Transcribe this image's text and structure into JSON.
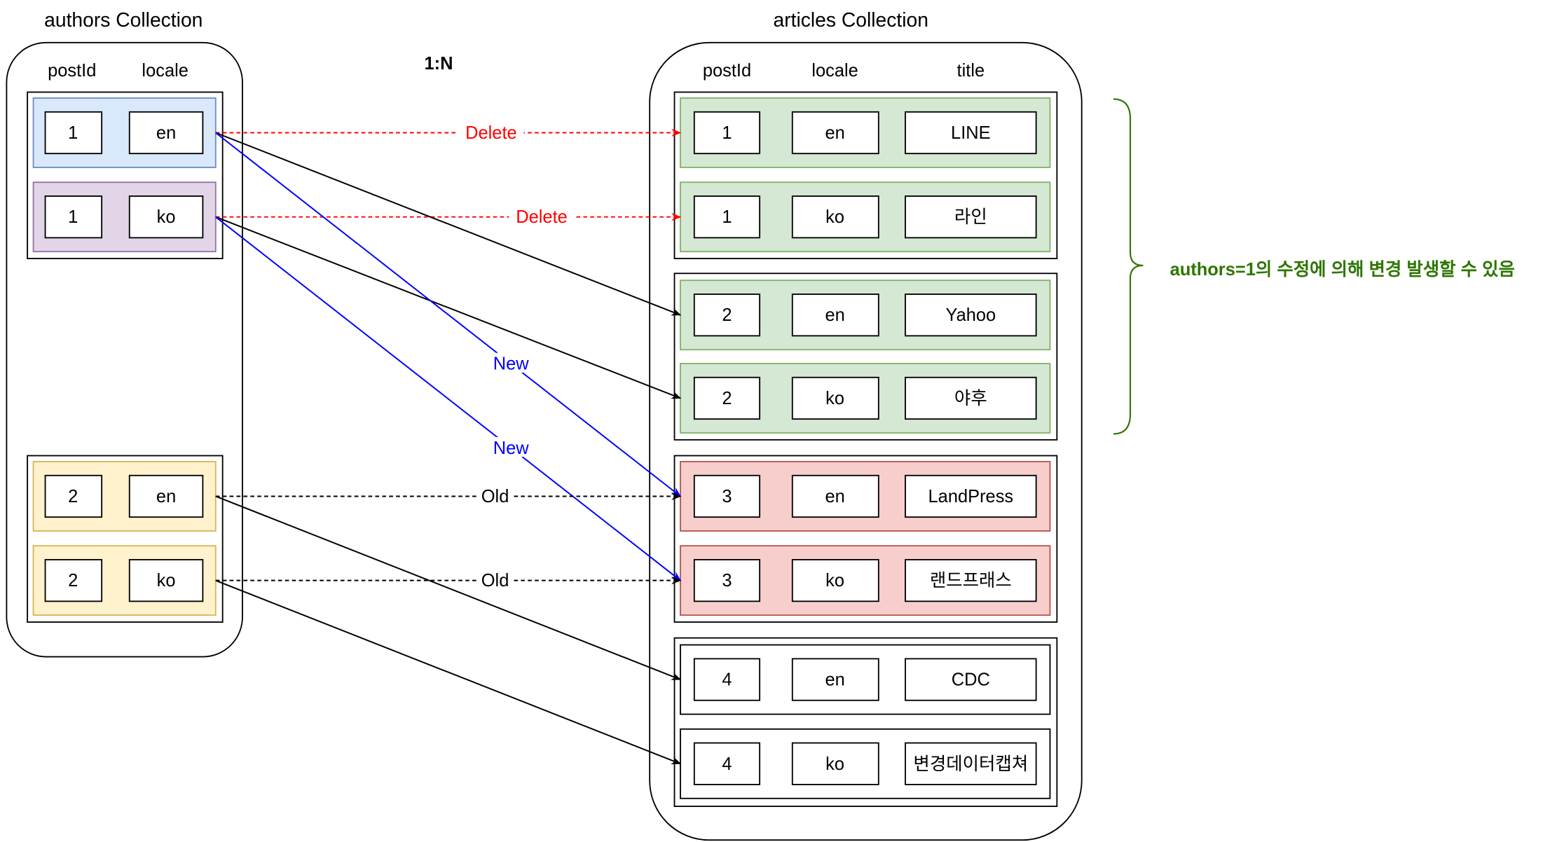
{
  "authors": {
    "title": "authors Collection",
    "headers": {
      "postId": "postId",
      "locale": "locale"
    },
    "rows": [
      {
        "postId": "1",
        "locale": "en",
        "fill": "#dae8fc",
        "stroke": "#6c8ebf"
      },
      {
        "postId": "1",
        "locale": "ko",
        "fill": "#e1d5e7",
        "stroke": "#9673a6"
      },
      {
        "postId": "2",
        "locale": "en",
        "fill": "#fff2cc",
        "stroke": "#d6b656"
      },
      {
        "postId": "2",
        "locale": "ko",
        "fill": "#fff2cc",
        "stroke": "#d6b656"
      }
    ]
  },
  "relation_label": "1:N",
  "articles": {
    "title": "articles Collection",
    "headers": {
      "postId": "postId",
      "locale": "locale",
      "title": "title"
    },
    "rows": [
      {
        "postId": "1",
        "locale": "en",
        "title": "LINE",
        "fill": "#d5e8d4",
        "stroke": "#82b366"
      },
      {
        "postId": "1",
        "locale": "ko",
        "title": "라인",
        "fill": "#d5e8d4",
        "stroke": "#82b366"
      },
      {
        "postId": "2",
        "locale": "en",
        "title": "Yahoo",
        "fill": "#d5e8d4",
        "stroke": "#82b366"
      },
      {
        "postId": "2",
        "locale": "ko",
        "title": "야후",
        "fill": "#d5e8d4",
        "stroke": "#82b366"
      },
      {
        "postId": "3",
        "locale": "en",
        "title": "LandPress",
        "fill": "#f8cecc",
        "stroke": "#b85450"
      },
      {
        "postId": "3",
        "locale": "ko",
        "title": "랜드프래스",
        "fill": "#f8cecc",
        "stroke": "#b85450"
      },
      {
        "postId": "4",
        "locale": "en",
        "title": "CDC",
        "fill": "#ffffff",
        "stroke": "#000000"
      },
      {
        "postId": "4",
        "locale": "ko",
        "title": "변경데이터캡쳐",
        "fill": "#ffffff",
        "stroke": "#000000"
      }
    ]
  },
  "edges": [
    {
      "from": 0,
      "to": 0,
      "kind": "delete",
      "label": "Delete",
      "color": "#ff0000"
    },
    {
      "from": 1,
      "to": 1,
      "kind": "delete",
      "label": "Delete",
      "color": "#ff0000"
    },
    {
      "from": 0,
      "to": 2,
      "kind": "link",
      "label": "",
      "color": "#000000"
    },
    {
      "from": 1,
      "to": 3,
      "kind": "link",
      "label": "",
      "color": "#000000"
    },
    {
      "from": 0,
      "to": 4,
      "kind": "new",
      "label": "New",
      "color": "#0000ff"
    },
    {
      "from": 1,
      "to": 5,
      "kind": "new",
      "label": "New",
      "color": "#0000ff"
    },
    {
      "from": 2,
      "to": 4,
      "kind": "old",
      "label": "Old",
      "color": "#000000"
    },
    {
      "from": 3,
      "to": 5,
      "kind": "old",
      "label": "Old",
      "color": "#000000"
    },
    {
      "from": 2,
      "to": 6,
      "kind": "link",
      "label": "",
      "color": "#000000"
    },
    {
      "from": 3,
      "to": 7,
      "kind": "link",
      "label": "",
      "color": "#000000"
    }
  ],
  "annotation": {
    "text": "authors=1의 수정에 의해 변경 발생할 수 있음",
    "color": "#2d7600"
  }
}
